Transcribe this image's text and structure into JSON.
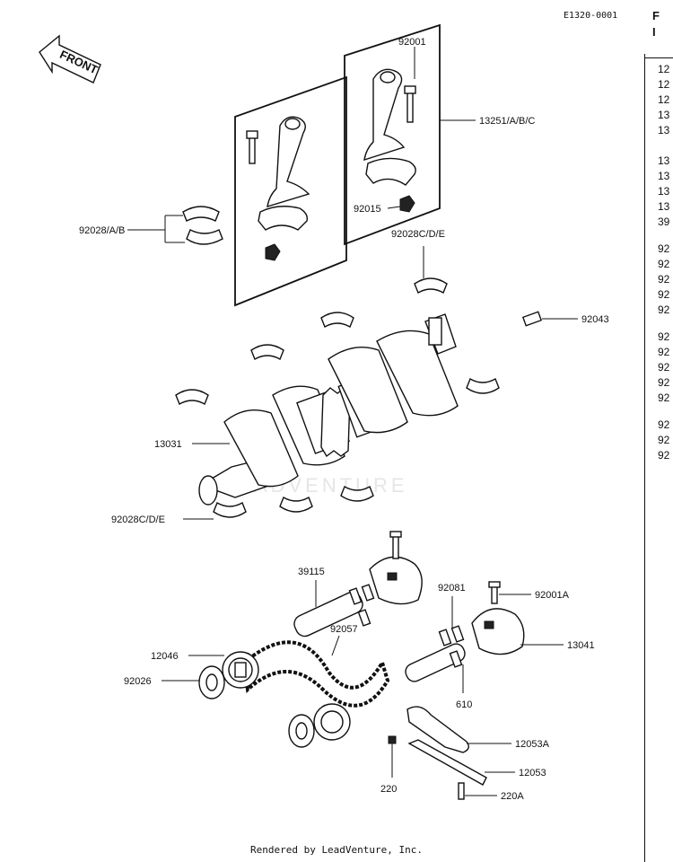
{
  "diagram_code": "E1320-0001",
  "front_label": "FRONT",
  "watermark": "LEADVENTURE",
  "callouts": {
    "c92001": "92001",
    "c13251": "13251/A/B/C",
    "c92028ab": "92028/A/B",
    "c92015": "92015",
    "c92028cde_top": "92028C/D/E",
    "c92043": "92043",
    "c13031": "13031",
    "c92028cde_bot": "92028C/D/E",
    "c39115": "39115",
    "c92081": "92081",
    "c92001a": "92001A",
    "c92057": "92057",
    "c12046": "12046",
    "c13041": "13041",
    "c92026": "92026",
    "c610": "610",
    "c12053a": "12053A",
    "c12053": "12053",
    "c220": "220",
    "c220a": "220A"
  },
  "right_column": {
    "header": "F",
    "subheader": "I",
    "items": [
      "12",
      "12",
      "12",
      "13",
      "13",
      "13",
      "13",
      "13",
      "13",
      "39",
      "92",
      "92",
      "92",
      "92",
      "92",
      "92",
      "92",
      "92",
      "92",
      "92",
      "92",
      "92",
      "92"
    ]
  },
  "footer": "Rendered by LeadVenture, Inc."
}
